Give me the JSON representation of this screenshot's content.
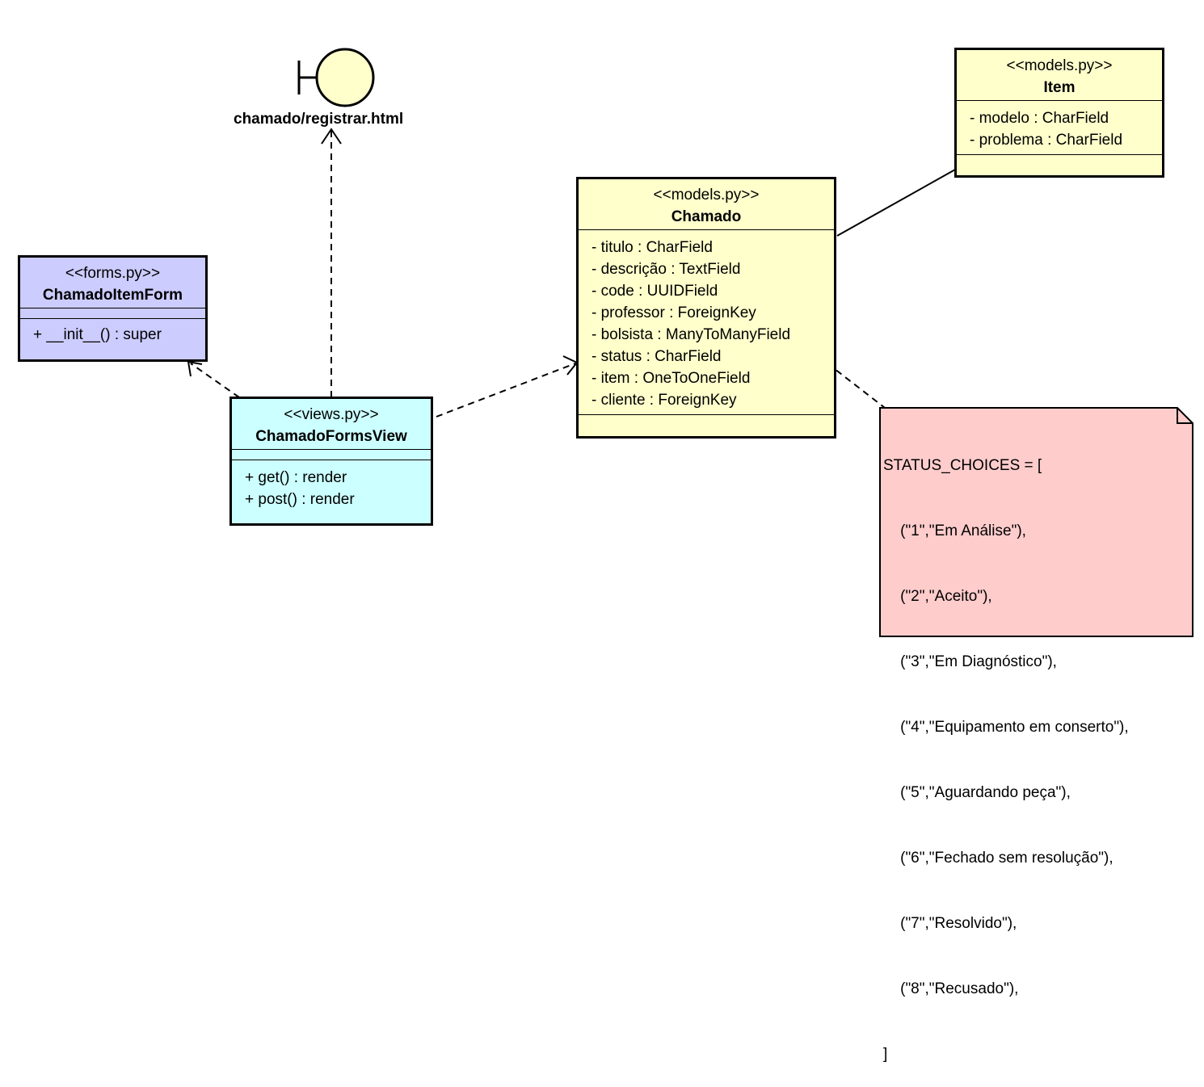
{
  "boundary": {
    "label": "chamado/registrar.html"
  },
  "item": {
    "stereotype": "<<models.py>>",
    "name": "Item",
    "attributes": [
      "- modelo : CharField",
      "- problema : CharField"
    ]
  },
  "chamado": {
    "stereotype": "<<models.py>>",
    "name": "Chamado",
    "attributes": [
      "- titulo : CharField",
      "- descrição : TextField",
      "- code : UUIDField",
      "- professor : ForeignKey",
      "- bolsista : ManyToManyField",
      "- status : CharField",
      "- item : OneToOneField",
      "- cliente : ForeignKey"
    ]
  },
  "form": {
    "stereotype": "<<forms.py>>",
    "name": "ChamadoItemForm",
    "methods": [
      "+ __init__() : super"
    ]
  },
  "view": {
    "stereotype": "<<views.py>>",
    "name": "ChamadoFormsView",
    "methods": [
      "+ get() : render",
      "+ post() : render"
    ]
  },
  "note": {
    "lines": [
      "STATUS_CHOICES = [",
      "    (\"1\",\"Em Análise\"),",
      "    (\"2\",\"Aceito\"),",
      "    (\"3\",\"Em Diagnóstico\"),",
      "    (\"4\",\"Equipamento em conserto\"),",
      "    (\"5\",\"Aguardando peça\"),",
      "    (\"6\",\"Fechado sem resolução\"),",
      "    (\"7\",\"Resolvido\"),",
      "    (\"8\",\"Recusado\"),",
      "]"
    ]
  },
  "colors": {
    "model_fill": "#ffffcc",
    "form_fill": "#ccccff",
    "view_fill": "#ccffff",
    "note_fill": "#ffcccc",
    "boundary_fill": "#ffffcc"
  }
}
